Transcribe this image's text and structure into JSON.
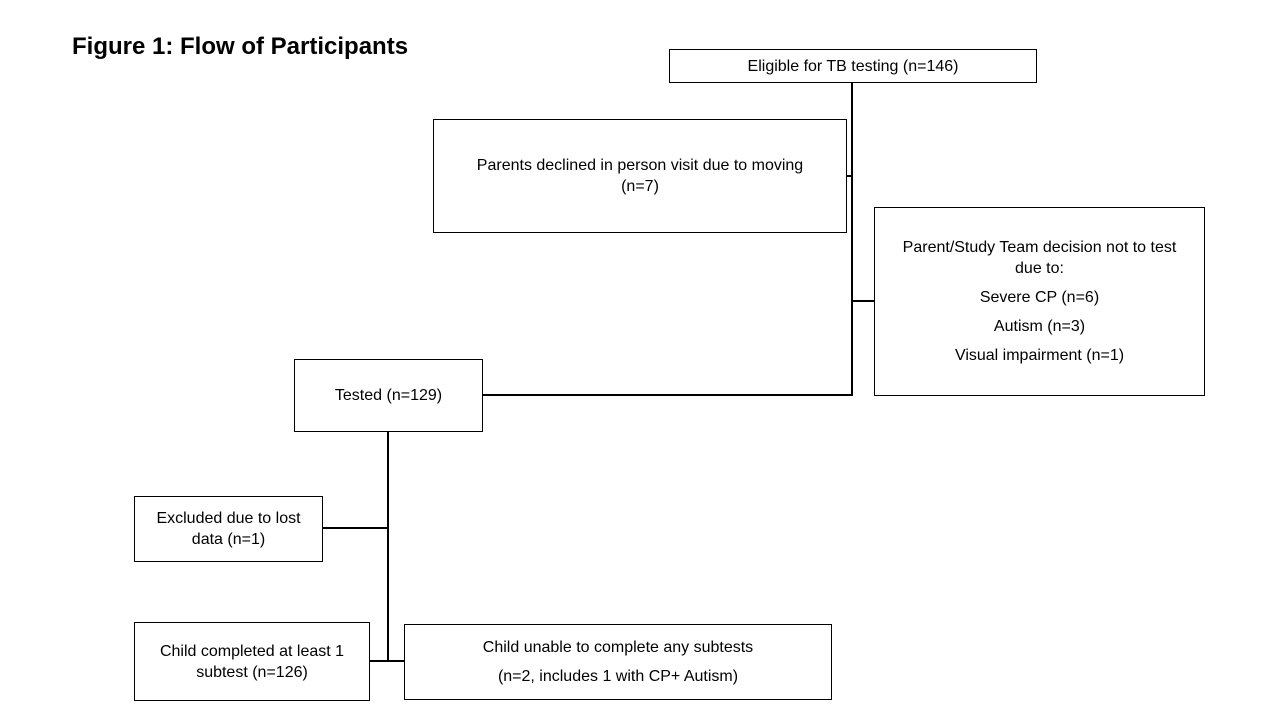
{
  "title": "Figure 1: Flow of Participants",
  "nodes": {
    "eligible": {
      "text": "Eligible for TB testing (n=146)"
    },
    "declined": {
      "line1": "Parents declined in person visit due to moving",
      "line2": "(n=7)"
    },
    "decision": {
      "line1": "Parent/Study Team decision not to test",
      "line2": "due to:",
      "reason1": "Severe CP (n=6)",
      "reason2": "Autism (n=3)",
      "reason3": "Visual impairment (n=1)"
    },
    "tested": {
      "text": "Tested (n=129)"
    },
    "excluded": {
      "line1": "Excluded due to lost",
      "line2": "data (n=1)"
    },
    "completed": {
      "line1": "Child completed at least 1",
      "line2": "subtest (n=126)"
    },
    "unable": {
      "line1": "Child unable to complete any subtests",
      "line2": "(n=2, includes 1 with CP+ Autism)"
    }
  }
}
